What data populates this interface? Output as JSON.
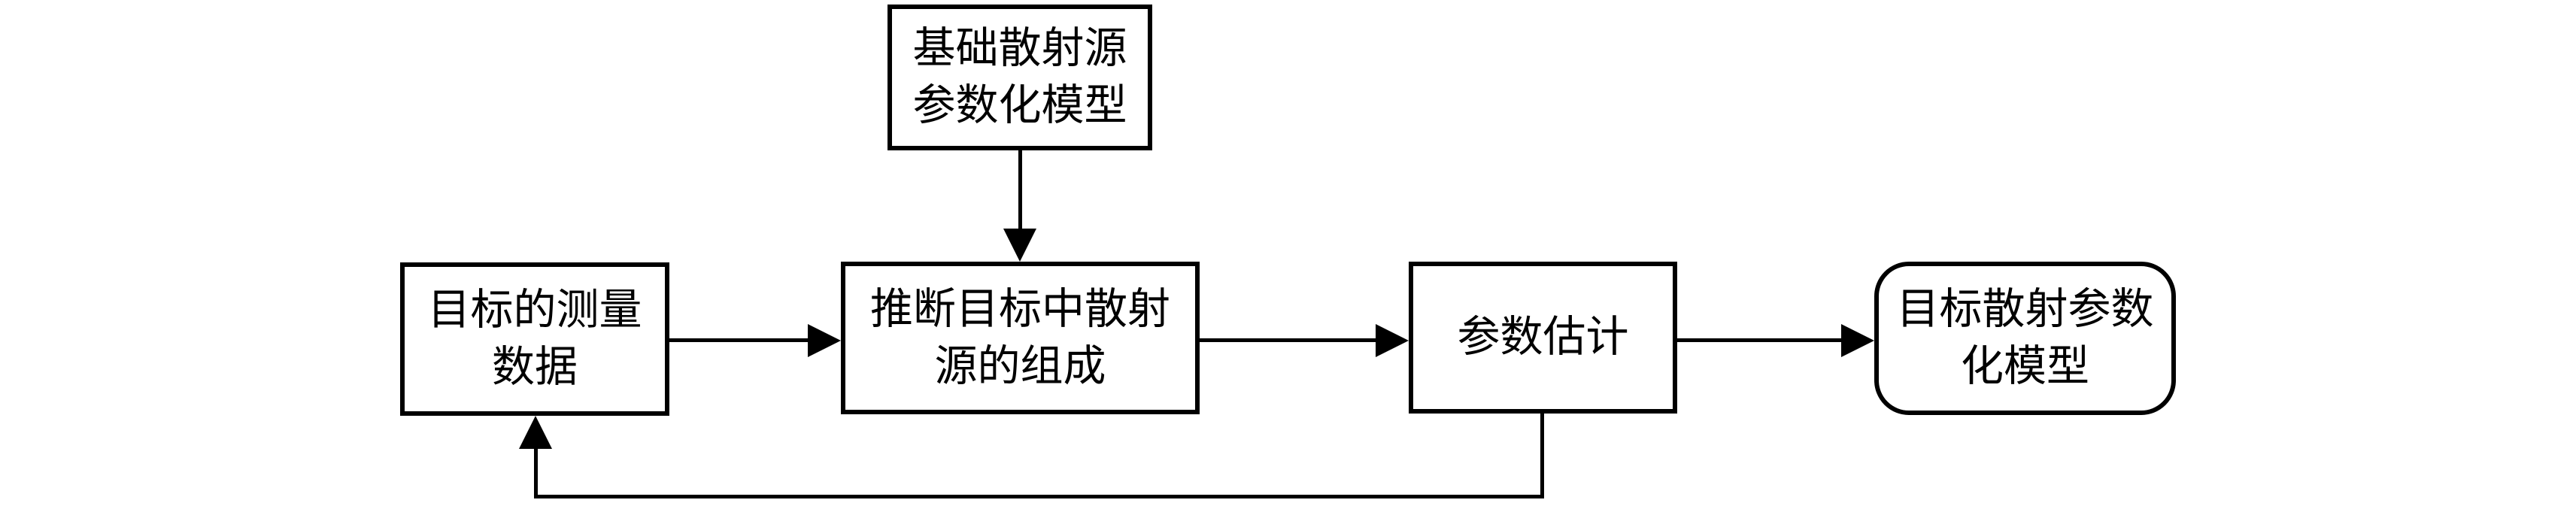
{
  "diagram": {
    "type": "flowchart",
    "colors": {
      "background": "#ffffff",
      "line": "#000000",
      "text": "#000000"
    },
    "nodes": {
      "base_model": {
        "label": "基础散射源\n参数化模型",
        "shape": "rectangle"
      },
      "measured_data": {
        "label": "目标的测量\n数据",
        "shape": "rectangle"
      },
      "infer_sources": {
        "label": "推断目标中散射\n源的组成",
        "shape": "rectangle"
      },
      "param_estimation": {
        "label": "参数估计",
        "shape": "rectangle"
      },
      "target_model": {
        "label": "目标散射参数\n化模型",
        "shape": "rounded-rectangle"
      }
    },
    "connections": [
      {
        "from": "base_model",
        "to": "infer_sources",
        "direction": "down"
      },
      {
        "from": "measured_data",
        "to": "infer_sources",
        "direction": "right"
      },
      {
        "from": "infer_sources",
        "to": "param_estimation",
        "direction": "right"
      },
      {
        "from": "param_estimation",
        "to": "target_model",
        "direction": "right"
      },
      {
        "from": "param_estimation",
        "to": "measured_data",
        "direction": "feedback-loop-bottom"
      }
    ]
  }
}
